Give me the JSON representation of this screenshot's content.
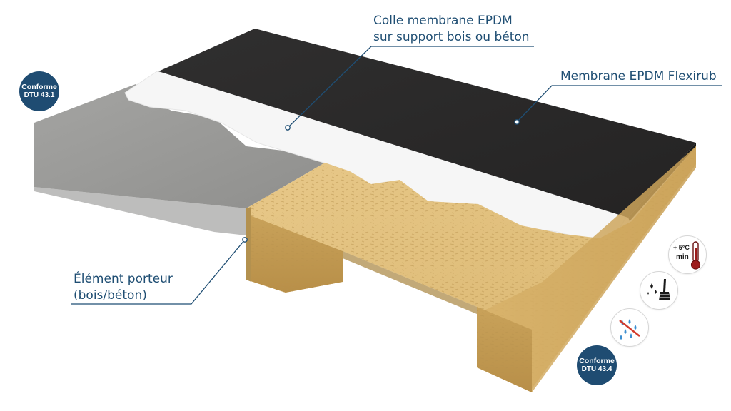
{
  "labels": {
    "colle": {
      "line1": "Colle membrane EPDM",
      "line2": "sur support bois ou béton"
    },
    "membrane": "Membrane EPDM Flexirub",
    "element": {
      "line1": "Élément porteur",
      "line2": "(bois/béton)"
    }
  },
  "badges": {
    "dtu431": {
      "line1": "Conforme",
      "line2": "DTU 43.1"
    },
    "dtu434": {
      "line1": "Conforme",
      "line2": "DTU 43.4"
    }
  },
  "pictos": {
    "temperature": {
      "text_top": "+ 5°C",
      "text_bottom": "min",
      "icon": "thermometer-icon"
    },
    "cleaning": {
      "icon": "broom-icon"
    },
    "dry": {
      "icon": "no-rain-icon"
    }
  },
  "colors": {
    "brand_blue": "#1f4c72",
    "label_blue": "#1f4e73",
    "membrane": "#2a2929",
    "glue": "#f7f7f7",
    "concrete": "#9a9a98",
    "osb": "#e0bd7a"
  }
}
